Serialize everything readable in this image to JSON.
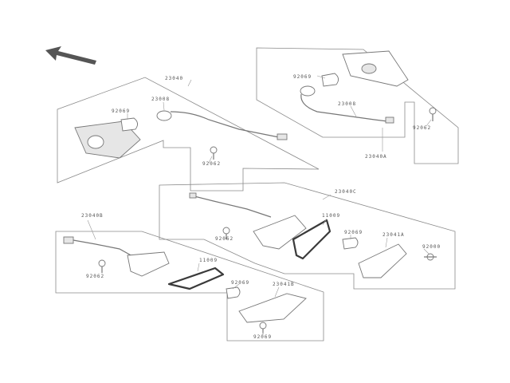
{
  "diagram": {
    "direction_arrow": {
      "icon": "direction-arrow-icon",
      "color": "#555555"
    },
    "labels": {
      "group_front_right": "23040",
      "group_front_left": "23040A",
      "group_rear_right": "23040C",
      "group_rear_left": "23040B",
      "socket_fr": "23008",
      "bulb_fr": "92069",
      "screw_fr": "92062",
      "bulb_fl": "92069",
      "socket_fl": "23008",
      "screw_fl": "92062",
      "reflector_rr": "11009",
      "bulb_rr": "92069",
      "lens_rr": "23041A",
      "screw_rr_a": "92062",
      "screw_rr_b": "92000",
      "bulb_rl": "92069",
      "reflector_rl": "11009",
      "screw_rl": "92062",
      "lens_rl": "23041B",
      "screw_rl_b": "92069"
    },
    "colors": {
      "line": "#777777",
      "text": "#555555",
      "wire_dark": "#3a3a3a"
    }
  }
}
